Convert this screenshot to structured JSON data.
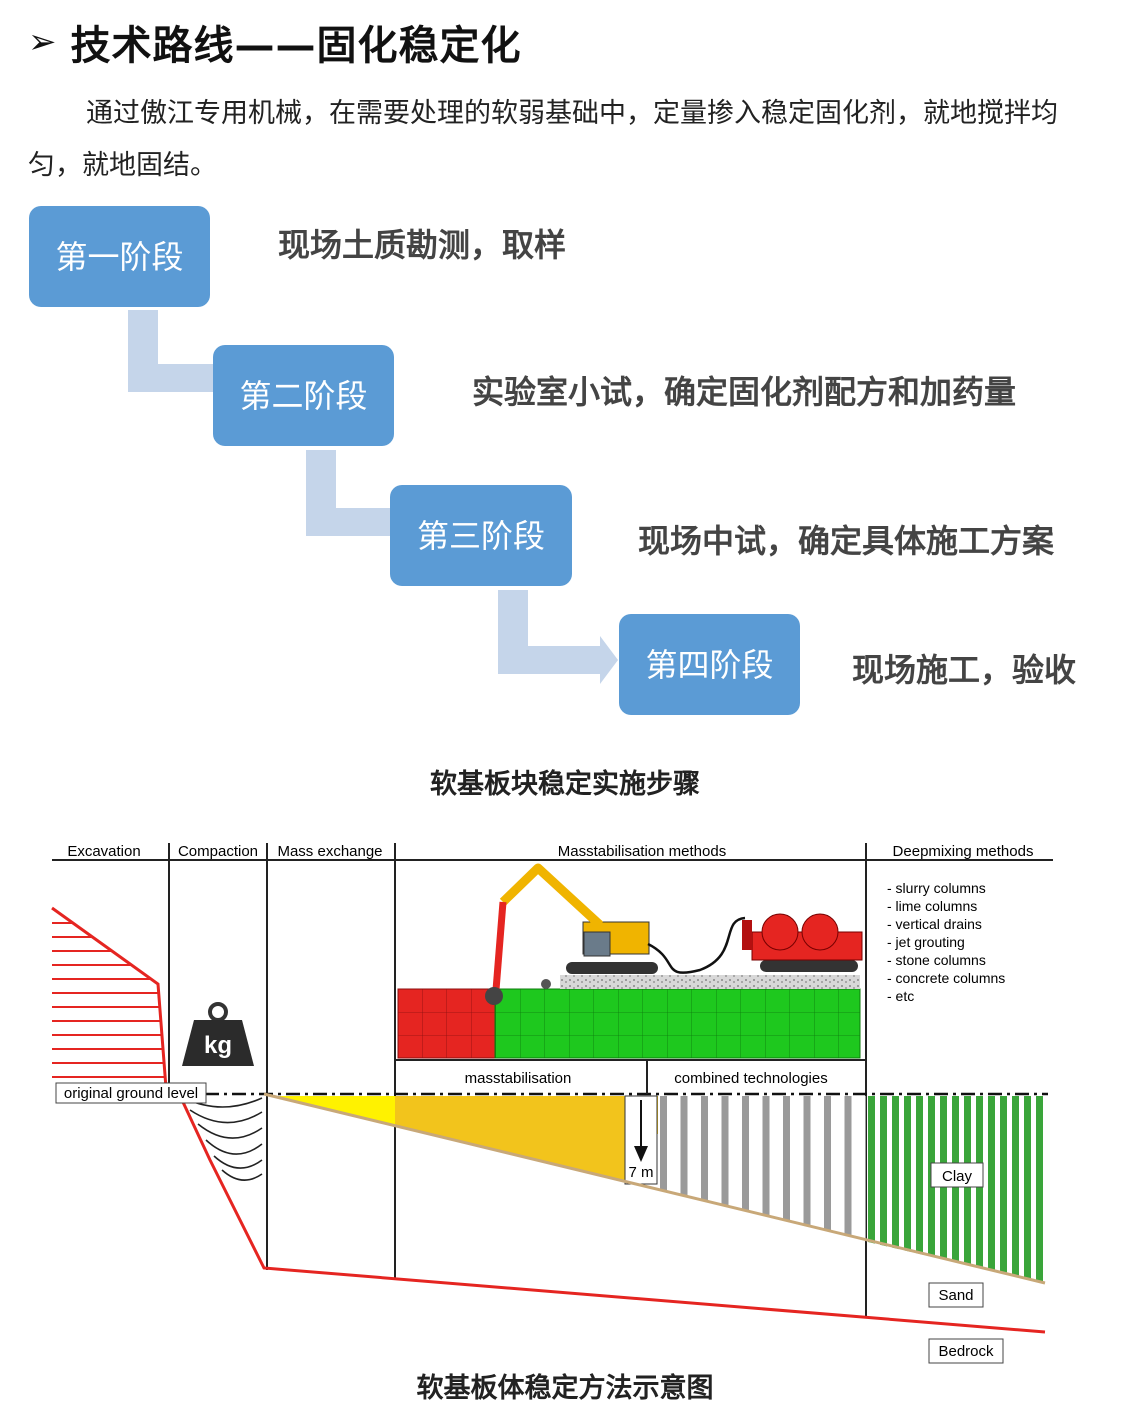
{
  "heading": {
    "marker": "➢",
    "title": "技术路线——固化稳定化"
  },
  "intro": {
    "text": "通过傲江专用机械，在需要处理的软弱基础中，定量掺入稳定固化剂，就地搅拌均匀，就地固结。"
  },
  "stages": [
    {
      "label": "第一阶段",
      "desc": "现场土质勘测，取样"
    },
    {
      "label": "第二阶段",
      "desc": "实验室小试，确定固化剂配方和加药量"
    },
    {
      "label": "第三阶段",
      "desc": "现场中试，确定具体施工方案"
    },
    {
      "label": "第四阶段",
      "desc": "现场施工，验收"
    }
  ],
  "caption_top": "软基板块稳定实施步骤",
  "caption_bottom": "软基板体稳定方法示意图",
  "figure": {
    "columns": [
      "Excavation",
      "Compaction",
      "Mass exchange",
      "Masstabilisation methods",
      "Deepmixing methods"
    ],
    "deepmixing_list": [
      "- slurry columns",
      "- lime columns",
      "- vertical drains",
      "- jet grouting",
      "- stone columns",
      "- concrete columns",
      "- etc"
    ],
    "sub_headers": [
      "masstabilisation",
      "combined technologies"
    ],
    "ground_label": "original ground level",
    "kg_label": "kg",
    "depth_label": "7 m",
    "layers": [
      "Clay",
      "Sand",
      "Bedrock"
    ],
    "colors": {
      "red": "#e52521",
      "green": "#1ec81e",
      "yellow": "#f2c41c",
      "bright_yellow": "#fff200",
      "column_grey": "#9a9a9a",
      "deep_green": "#3aa53a",
      "stage_blue": "#5b9bd5",
      "connector": "#c5d5ea"
    }
  }
}
